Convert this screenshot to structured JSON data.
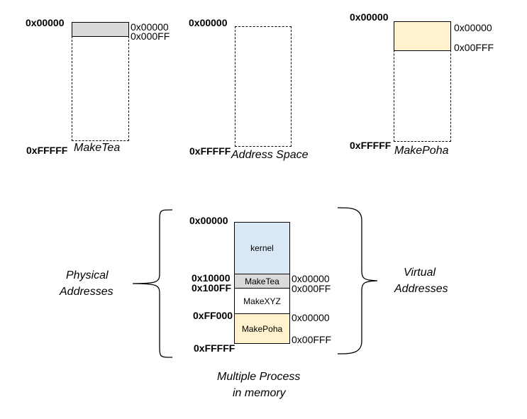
{
  "colors": {
    "gray_fill": "#d9d9d9",
    "peach_fill": "#fff2cc",
    "kernel_fill": "#dae8f5",
    "border": "#000000"
  },
  "top": {
    "maketea": {
      "top_left": "0x00000",
      "bottom_left": "0xFFFFF",
      "name": "MakeTea",
      "range_start": "0x00000",
      "range_end": "0x000FF"
    },
    "addr_space": {
      "top_left": "0x00000",
      "bottom_left": "0xFFFFF",
      "name": "Address Space"
    },
    "makepoha": {
      "top_left": "0x00000",
      "bottom_left": "0xFFFFF",
      "name": "MakePoha",
      "range_start": "0x00000",
      "range_end": "0x00FFF"
    }
  },
  "bottom": {
    "left_label": [
      "Physical",
      "Addresses"
    ],
    "right_label": [
      "Virtual",
      "Addresses"
    ],
    "caption": [
      "Multiple Process",
      "in memory"
    ],
    "physical": {
      "a0": "0x00000",
      "a1": "0x10000",
      "a2": "0x100FF",
      "a3": "0xFF000",
      "a4": "0xFFFFF"
    },
    "virtual": {
      "v1": "0x00000",
      "v2": "0x000FF",
      "v3": "0x00000",
      "v4": "0x00FFF"
    },
    "segments": {
      "kernel": "kernel",
      "maketea": "MakeTea",
      "makexyz": "MakeXYZ",
      "makepoha": "MakePoha"
    }
  }
}
